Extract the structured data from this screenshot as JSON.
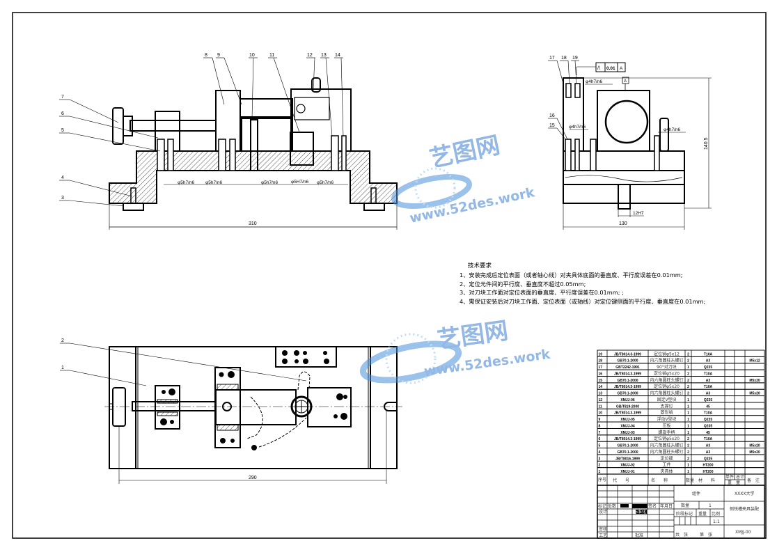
{
  "front_view": {
    "part_labels": [
      "3",
      "4",
      "5",
      "6",
      "7",
      "8",
      "9",
      "10",
      "11",
      "12",
      "13",
      "14"
    ],
    "fits": [
      "φ5h7/n6",
      "φ5h7/n6",
      "φ5h7/n6",
      "φ5H7/n6",
      "φ5h7/n6"
    ],
    "overall_length": "310"
  },
  "side_view": {
    "part_labels": [
      "15",
      "16",
      "17",
      "18",
      "19"
    ],
    "fits": [
      "φ4h7/n6",
      "φ4h7/n6",
      "φ4h7/n6"
    ],
    "tolerance_symbol": "//",
    "tolerance_value": "0.01",
    "datum": "A",
    "datum_marker": "A",
    "height": "140.5",
    "width": "130",
    "key_fit": "12H7"
  },
  "top_view": {
    "part_labels": [
      "1",
      "2"
    ],
    "overall_length": "290"
  },
  "technical_requirements": {
    "title": "技术要求",
    "items": [
      "1、安装完成后定位表面（或者轴心线）对夹具体底面的垂直度、平行度误差在0.01mm;",
      "2、定位元件间的平行度、垂直度不超过0.05mm;",
      "3、对刀块工作面对定位表面的垂直度、平行度误差在0.01mm; ;",
      "4、需保证安装后对刀块工作面、定位表面（或轴线）对定位键侧面的平行度、垂直度在0.01mm;"
    ]
  },
  "parts_list": {
    "rows": [
      {
        "no": "19",
        "code": "JB/T8014.3-1999",
        "name": "定位销φ5x12",
        "qty": "2",
        "material": "T10A",
        "remark": ""
      },
      {
        "no": "18",
        "code": "GB70.1-2000",
        "name": "内六角圆柱头螺钉",
        "qty": "2",
        "material": "A3",
        "remark": "M5x12"
      },
      {
        "no": "17",
        "code": "GBT2242-1991",
        "name": "90°对刀块",
        "qty": "1",
        "material": "Q235",
        "remark": ""
      },
      {
        "no": "16",
        "code": "JB/T8014.3-1999",
        "name": "定位销φ5x20",
        "qty": "2",
        "material": "T10A",
        "remark": ""
      },
      {
        "no": "15",
        "code": "GB70.1-2000",
        "name": "内六角圆柱头螺钉",
        "qty": "2",
        "material": "A3",
        "remark": "M5x20"
      },
      {
        "no": "14",
        "code": "JB/T8014.3-1999",
        "name": "定位销φ5x20",
        "qty": "2",
        "material": "T10A",
        "remark": ""
      },
      {
        "no": "13",
        "code": "GB70.1-2000",
        "name": "内六角圆柱头螺钉",
        "qty": "2",
        "material": "A3",
        "remark": "M5x20"
      },
      {
        "no": "12",
        "code": "XMJJ-06",
        "name": "固定V型块",
        "qty": "1",
        "material": "Q235",
        "remark": ""
      },
      {
        "no": "11",
        "code": "GB/T819-2000",
        "name": "支撑钉",
        "qty": "1",
        "material": "45",
        "remark": ""
      },
      {
        "no": "10",
        "code": "JB/T8014.3-1999",
        "name": "菱形销",
        "qty": "1",
        "material": "T10A",
        "remark": ""
      },
      {
        "no": "9",
        "code": "XMJJ-05",
        "name": "浮动V型块",
        "qty": "1",
        "material": "Q235",
        "remark": ""
      },
      {
        "no": "8",
        "code": "XMJJ-04",
        "name": "压板",
        "qty": "1",
        "material": "Q235",
        "remark": ""
      },
      {
        "no": "7",
        "code": "XMJJ-03",
        "name": "螺旋手柄",
        "qty": "1",
        "material": "45",
        "remark": ""
      },
      {
        "no": "6",
        "code": "JB/T8014.3-1999",
        "name": "定位销φ5x20",
        "qty": "2",
        "material": "T10A",
        "remark": ""
      },
      {
        "no": "5",
        "code": "GB70.1-2000",
        "name": "内六角圆柱头螺钉",
        "qty": "2",
        "material": "A3",
        "remark": "M5x20"
      },
      {
        "no": "4",
        "code": "GB70.1-2000",
        "name": "内六角圆柱头螺钉",
        "qty": "2",
        "material": "A3",
        "remark": "M5x20"
      },
      {
        "no": "3",
        "code": "JB/T8016-1999",
        "name": "定位键",
        "qty": "2",
        "material": "Q235",
        "remark": ""
      },
      {
        "no": "2",
        "code": "XMJJ-02",
        "name": "工件",
        "qty": "1",
        "material": "HT200",
        "remark": ""
      },
      {
        "no": "1",
        "code": "XMJJ-01",
        "name": "夹具体",
        "qty": "1",
        "material": "HT200",
        "remark": ""
      }
    ],
    "header": {
      "no": "序号",
      "code": "代　　号",
      "name": "名　　称",
      "qty": "数量",
      "material": "材　　料",
      "unit": "单件",
      "total": "总计",
      "weight": "重　量",
      "remark": "备　注"
    }
  },
  "title_block": {
    "assembly": "组件",
    "school": "XXXX大学",
    "mark": "标记",
    "count": "处数",
    "sign": "签名",
    "date": "年月日",
    "design": "设计",
    "standard": "标准化",
    "review": "审核",
    "process": "工艺",
    "approve": "批准",
    "quantity_label": "数量",
    "quantity": "1",
    "stage_mark": "阶段标记",
    "weight": "重量",
    "scale_label": "比例",
    "scale": "1:1",
    "drawing_title": "侧铣槽夹具装配",
    "drawing_title_2": "夹具装配",
    "drawing_no": "XMJJ-00",
    "sheets": "共　张",
    "sheet": "第　张"
  },
  "watermark": {
    "brand": "艺图网",
    "url": "www.52des.work"
  }
}
